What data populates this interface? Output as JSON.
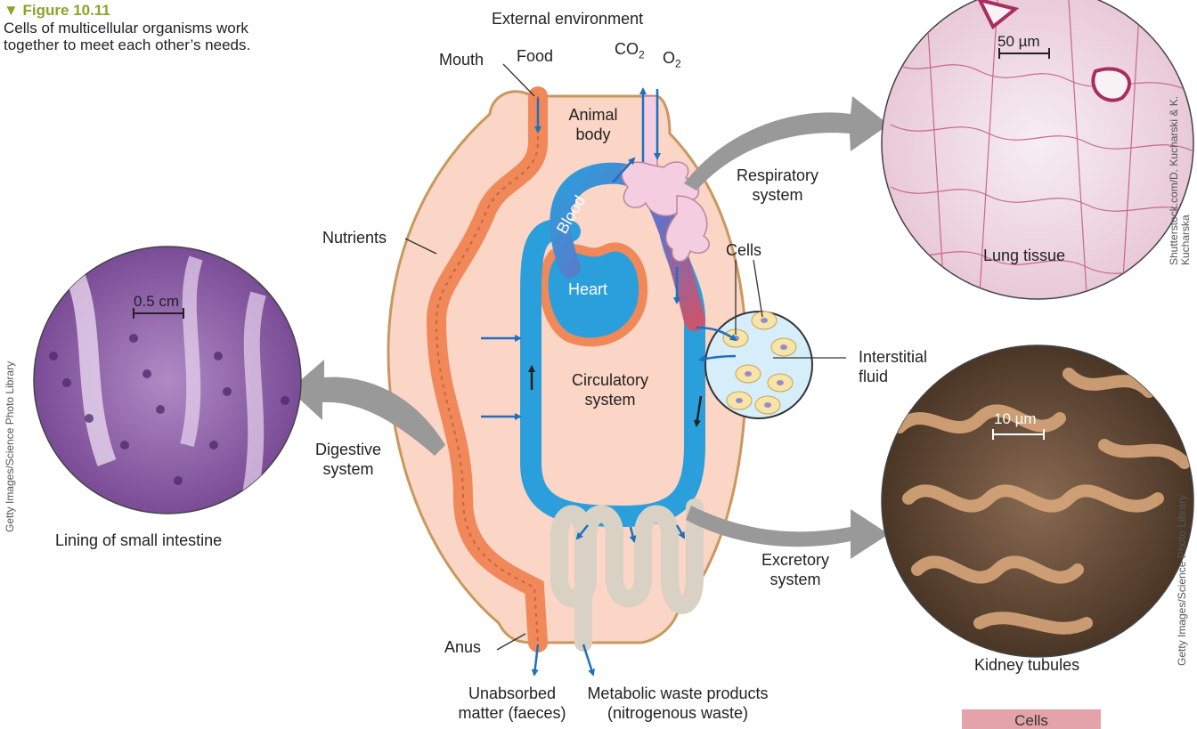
{
  "figure": {
    "number": "▼ Figure 10.11",
    "caption": "Cells of multicellular organisms work together to meet each other’s needs."
  },
  "labels": {
    "external_environment": "External environment",
    "mouth": "Mouth",
    "food": "Food",
    "co2": "CO",
    "o2": "O",
    "subscript_2": "2",
    "animal_body": "Animal body",
    "respiratory_system": "Respiratory system",
    "blood": "Blood",
    "heart": "Heart",
    "nutrients": "Nutrients",
    "cells": "Cells",
    "interstitial_fluid": "Interstitial fluid",
    "circulatory_system": "Circulatory system",
    "digestive_system": "Digestive system",
    "excretory_system": "Excretory system",
    "anus": "Anus",
    "unabsorbed_matter": "Unabsorbed matter (faeces)",
    "metabolic_waste": "Metabolic waste products (nitrogenous waste)"
  },
  "micrographs": {
    "lung": {
      "label": "Lung tissue",
      "scale": "50 µm"
    },
    "intestine": {
      "label": "Lining of small intestine",
      "scale": "0.5 cm"
    },
    "kidney": {
      "label": "Kidney tubules",
      "scale": "10 µm"
    }
  },
  "credits": {
    "lung": "Shutterstock.com/D. Kucharski & K. Kucharska",
    "intestine": "Getty Images/Science Photo Library",
    "kidney": "Getty Images/Science Photo Library"
  },
  "tag": "Cells",
  "colors": {
    "body_fill": "#fbd5c5",
    "body_outline": "#c8995e",
    "gut": "#f0885a",
    "blood_vessel": "#2a9fdc",
    "heart": "#2a9fdc",
    "arrow_blue": "#1f6fbf",
    "arrow_grey": "#999999",
    "kidney_tubule": "#d9d1c3",
    "caption_green": "#8aa52a"
  }
}
